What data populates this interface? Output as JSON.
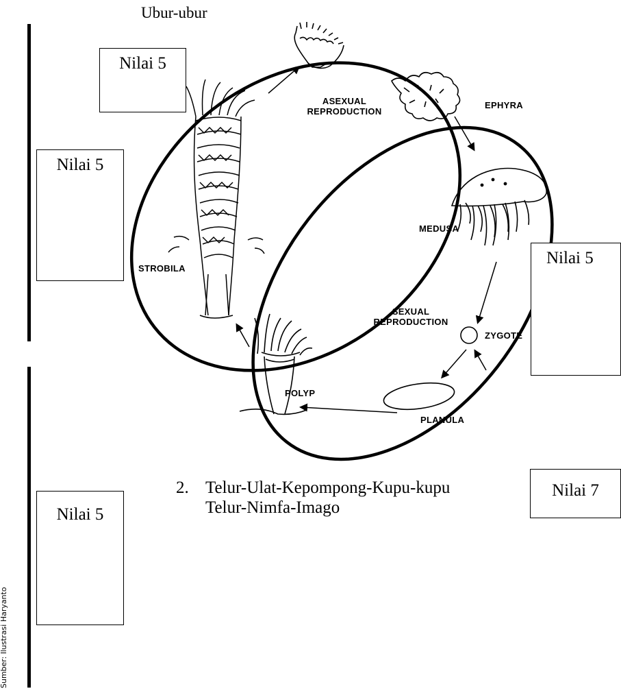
{
  "heading": "Ubur-ubur",
  "scores": {
    "top_left": "Nilai 5",
    "left_upper": "Nilai 5",
    "right_middle": "Nilai 5",
    "left_lower": "Nilai 5",
    "answer_two": "Nilai 7"
  },
  "diagram": {
    "asexual": "ASEXUAL REPRODUCTION",
    "sexual": "SEXUAL REPRODUCTION",
    "ephyra": "EPHYRA",
    "medusa": "MEDUSA",
    "strobila": "STROBILA",
    "zygote": "ZYGOTE",
    "polyp": "POLYP",
    "planula": "PLANULA"
  },
  "answer": {
    "number": "2.",
    "line1": "Telur-Ulat-Kepompong-Kupu-kupu",
    "line2": "Telur-Nimfa-Imago"
  },
  "source_credit": "Sumber: Ilustrasi Haryanto"
}
